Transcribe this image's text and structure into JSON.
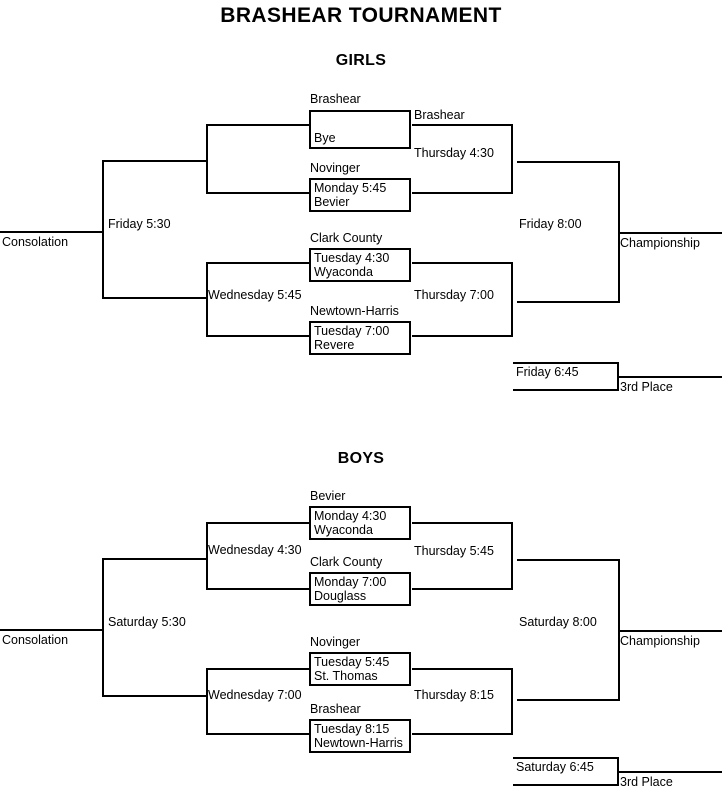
{
  "page": {
    "title": "BRASHEAR TOURNAMENT",
    "sections": [
      {
        "name": "GIRLS"
      },
      {
        "name": "BOYS"
      }
    ]
  },
  "girls": {
    "heading": "GIRLS",
    "consolation_label": "Consolation",
    "consolation_game": "Friday 5:30",
    "semi_lower_game": "Wednesday 5:45",
    "round1": [
      {
        "top_team": "Brashear",
        "game": "",
        "bottom_team": "Bye"
      },
      {
        "top_team": "Novinger",
        "game": "Monday  5:45",
        "bottom_team": "Bevier"
      },
      {
        "top_team": "Clark County",
        "game": "Tuesday 4:30",
        "bottom_team": "Wyaconda"
      },
      {
        "top_team": "Newtown-Harris",
        "game": "Tuesday 7:00",
        "bottom_team": "Revere"
      }
    ],
    "round2": [
      {
        "winner": "Brashear",
        "game": "Thursday 4:30"
      },
      {
        "winner": "",
        "game": "Thursday 7:00"
      }
    ],
    "final": {
      "game": "Friday 8:00",
      "label": "Championship"
    },
    "third_place": {
      "game": "Friday 6:45",
      "label": "3rd Place"
    }
  },
  "boys": {
    "heading": "BOYS",
    "consolation_label": "Consolation",
    "consolation_game": "Saturday 5:30",
    "semi_upper_game": "Wednesday 4:30",
    "semi_lower_game": "Wednesday 7:00",
    "round1": [
      {
        "top_team": "Bevier",
        "game": "Monday 4:30",
        "bottom_team": "Wyaconda"
      },
      {
        "top_team": "Clark County",
        "game": "Monday 7:00",
        "bottom_team": "Douglass"
      },
      {
        "top_team": "Novinger",
        "game": "Tuesday 5:45",
        "bottom_team": "St. Thomas"
      },
      {
        "top_team": "Brashear",
        "game": "Tuesday 8:15",
        "bottom_team": "Newtown-Harris"
      }
    ],
    "round2": [
      {
        "game": "Thursday 5:45"
      },
      {
        "game": "Thursday 8:15"
      }
    ],
    "final": {
      "game": "Saturday 8:00",
      "label": "Championship"
    },
    "third_place": {
      "game": "Saturday 6:45",
      "label": "3rd Place"
    }
  },
  "colors": {
    "line": "#000000",
    "background": "#ffffff",
    "text": "#000000"
  }
}
